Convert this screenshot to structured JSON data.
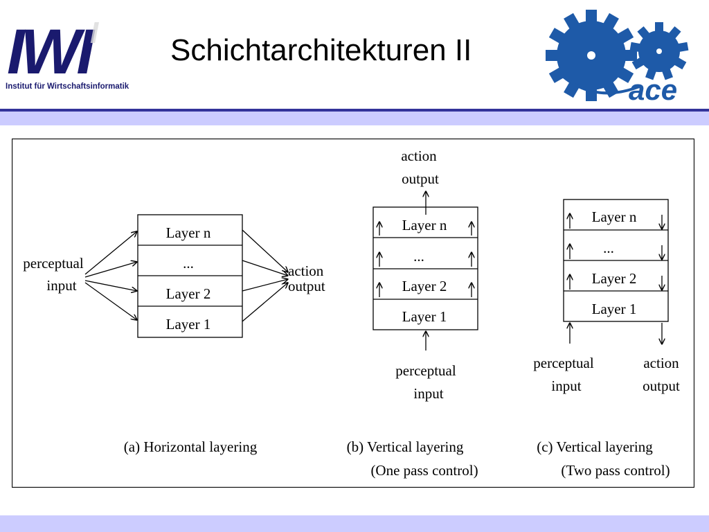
{
  "header": {
    "title": "Schichtarchitekturen II",
    "iwi_logo": {
      "text": "IWI",
      "subtitle": "Institut für Wirtschaftsinformatik"
    },
    "ace_logo": {
      "text": "ace",
      "icon": "gears-icon"
    },
    "colors": {
      "rule": "#33339a",
      "band": "#ccccff",
      "logo_blue": "#1e5aa8",
      "iwi_navy": "#1a1a6e"
    }
  },
  "diagram": {
    "a": {
      "input_line1": "perceptual",
      "input_line2": "input",
      "layers": [
        "Layer n",
        "...",
        "Layer 2",
        "Layer 1"
      ],
      "output_line1": "action",
      "output_line2": "output",
      "caption": "(a) Horizontal layering"
    },
    "b": {
      "output_line1": "action",
      "output_line2": "output",
      "layers": [
        "Layer n",
        "...",
        "Layer 2",
        "Layer 1"
      ],
      "input_line1": "perceptual",
      "input_line2": "input",
      "caption_line1": "(b) Vertical layering",
      "caption_line2": "(One pass control)"
    },
    "c": {
      "layers": [
        "Layer n",
        "...",
        "Layer 2",
        "Layer 1"
      ],
      "input_line1": "perceptual",
      "input_line2": "input",
      "output_line1": "action",
      "output_line2": "output",
      "caption_line1": "(c) Vertical layering",
      "caption_line2": "(Two pass control)"
    }
  }
}
